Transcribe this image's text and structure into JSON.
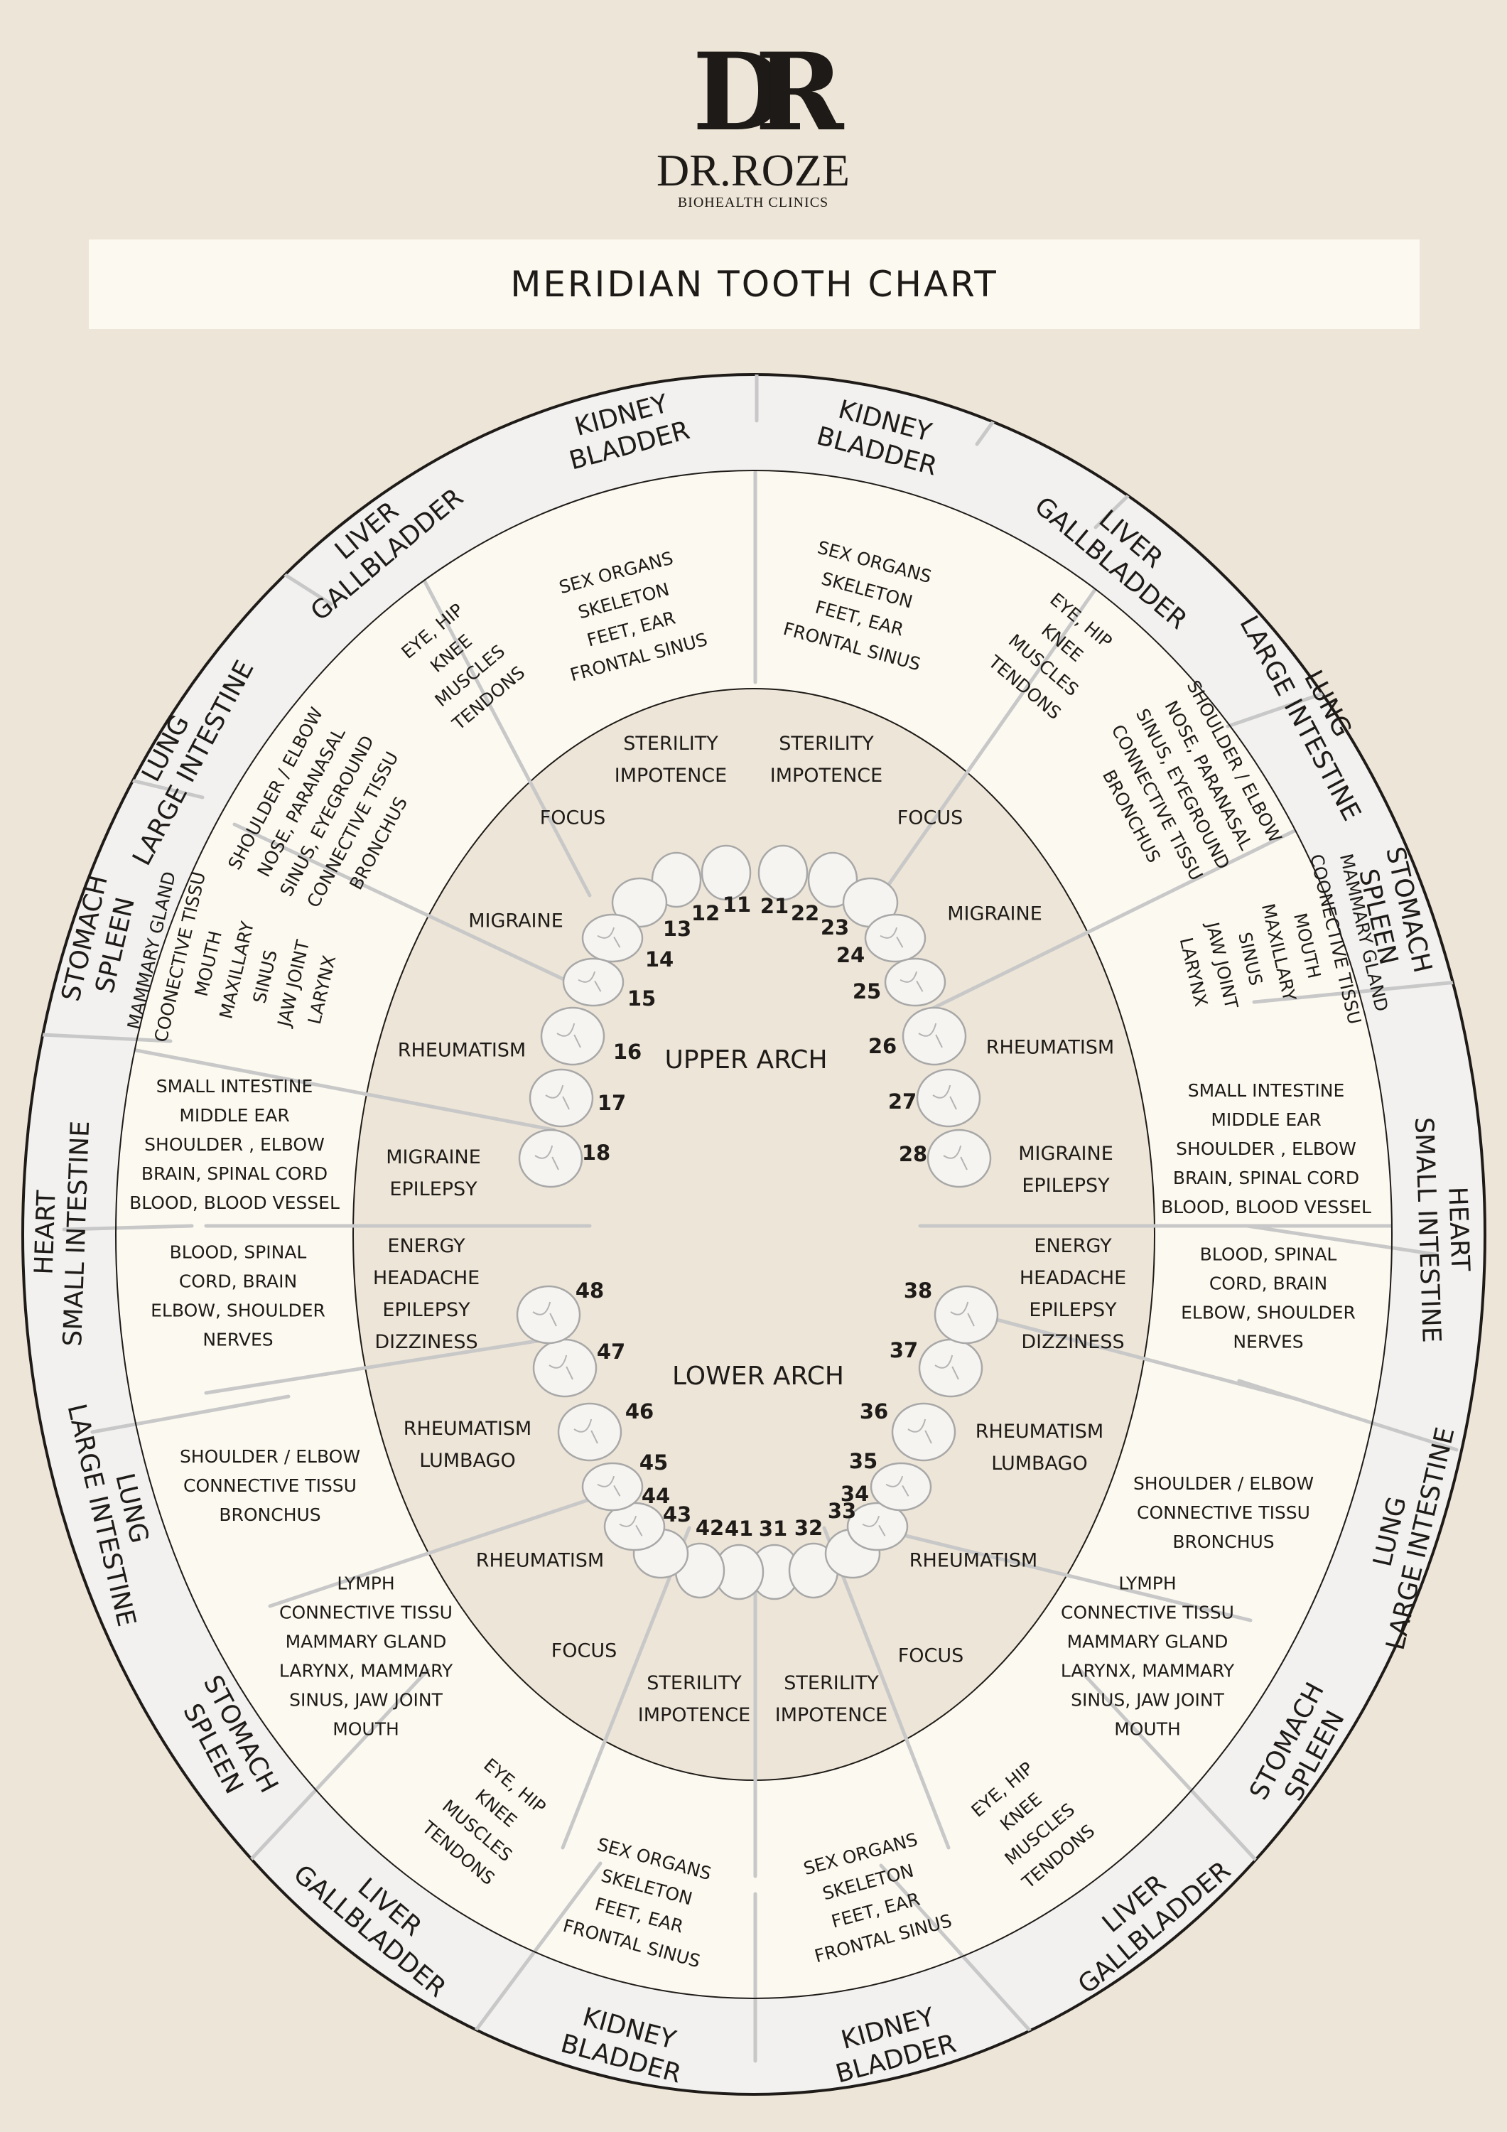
{
  "brand": {
    "name": "DR.ROZE",
    "tagline": "BIOHEALTH CLINICS"
  },
  "title": "MERIDIAN TOOTH CHART",
  "arch_labels": {
    "upper": "UPPER ARCH",
    "lower": "LOWER ARCH"
  },
  "colors": {
    "background": "#ede5d7",
    "ring_outer": "#f2f1ef",
    "ring_middle": "#fcf9f0",
    "ring_inner": "#ede5d7",
    "lines": "#c8c8c8",
    "tooth_fill": "#f6f4f1",
    "tooth_stroke": "#aaaaaa"
  },
  "upper_right": [
    {
      "teeth": [
        "11",
        "12"
      ],
      "meridian": [
        "KIDNEY",
        "BLADDER"
      ],
      "organs": [
        "SEX ORGANS",
        "SKELETON",
        "FEET, EAR",
        "FRONTAL SINUS"
      ],
      "symptoms": [
        "STERILITY",
        "IMPOTENCE"
      ]
    },
    {
      "teeth": [
        "13"
      ],
      "meridian": [
        "LIVER",
        "GALLBLADDER"
      ],
      "organs": [
        "EYE, HIP",
        "KNEE",
        "MUSCLES",
        "TENDONS"
      ],
      "symptoms": [
        "FOCUS"
      ]
    },
    {
      "teeth": [
        "14",
        "15"
      ],
      "meridian": [
        "LUNG",
        "LARGE INTESTINE"
      ],
      "organs": [
        "SHOULDER / ELBOW",
        "NOSE, PARANASAL",
        "SINUS, EYEGROUND",
        "CONNECTIVE TISSU",
        "BRONCHUS"
      ],
      "symptoms": [
        "MIGRAINE"
      ]
    },
    {
      "teeth": [
        "16",
        "17"
      ],
      "meridian": [
        "STOMACH",
        "SPLEEN"
      ],
      "organs": [
        "MAMMARY GLAND",
        "COONECTIVE TISSU",
        "MOUTH",
        "MAXILLARY",
        "SINUS",
        "JAW JOINT",
        "LARYNX"
      ],
      "symptoms": [
        "RHEUMATISM"
      ]
    },
    {
      "teeth": [
        "18"
      ],
      "meridian": [
        "HEART",
        "SMALL INTESTINE"
      ],
      "organs": [
        "SMALL INTESTINE",
        "MIDDLE EAR",
        "SHOULDER , ELBOW",
        "BRAIN, SPINAL CORD",
        "BLOOD, BLOOD VESSEL"
      ],
      "symptoms": [
        "MIGRAINE",
        "EPILEPSY"
      ]
    }
  ],
  "upper_left": [
    {
      "teeth": [
        "21",
        "22"
      ],
      "meridian": [
        "KIDNEY",
        "BLADDER"
      ],
      "organs": [
        "SEX ORGANS",
        "SKELETON",
        "FEET, EAR",
        "FRONTAL SINUS"
      ],
      "symptoms": [
        "STERILITY",
        "IMPOTENCE"
      ]
    },
    {
      "teeth": [
        "23"
      ],
      "meridian": [
        "LIVER",
        "GALLBLADDER"
      ],
      "organs": [
        "EYE, HIP",
        "KNEE",
        "MUSCLES",
        "TENDONS"
      ],
      "symptoms": [
        "FOCUS"
      ]
    },
    {
      "teeth": [
        "24",
        "25"
      ],
      "meridian": [
        "LUNG",
        "LARGE INTESTINE"
      ],
      "organs": [
        "SHOULDER / ELBOW",
        "NOSE, PARANASAL",
        "SINUS, EYEGROUND",
        "CONNECTIVE TISSU",
        "BRONCHUS"
      ],
      "symptoms": [
        "MIGRAINE"
      ]
    },
    {
      "teeth": [
        "26",
        "27"
      ],
      "meridian": [
        "STOMACH",
        "SPLEEN"
      ],
      "organs": [
        "MAMMARY GLAND",
        "COONECTIVE TISSU",
        "MOUTH",
        "MAXILLARY",
        "SINUS",
        "JAW JOINT",
        "LARYNX"
      ],
      "symptoms": [
        "RHEUMATISM"
      ]
    },
    {
      "teeth": [
        "28"
      ],
      "meridian": [
        "HEART",
        "SMALL INTESTINE"
      ],
      "organs": [
        "SMALL INTESTINE",
        "MIDDLE EAR",
        "SHOULDER , ELBOW",
        "BRAIN, SPINAL CORD",
        "BLOOD, BLOOD VESSEL"
      ],
      "symptoms": [
        "MIGRAINE",
        "EPILEPSY"
      ]
    }
  ],
  "lower_right": [
    {
      "teeth": [
        "41",
        "42"
      ],
      "meridian": [
        "KIDNEY",
        "BLADDER"
      ],
      "organs": [
        "SEX ORGANS",
        "SKELETON",
        "FEET, EAR",
        "FRONTAL SINUS"
      ],
      "symptoms": [
        "STERILITY",
        "IMPOTENCE"
      ]
    },
    {
      "teeth": [
        "43"
      ],
      "meridian": [
        "LIVER",
        "GALLBLADDER"
      ],
      "organs": [
        "EYE, HIP",
        "KNEE",
        "MUSCLES",
        "TENDONS"
      ],
      "symptoms": [
        "FOCUS"
      ]
    },
    {
      "teeth": [
        "44",
        "45"
      ],
      "meridian": [
        "STOMACH",
        "SPLEEN"
      ],
      "organs": [
        "LYMPH",
        "CONNECTIVE TISSU",
        "MAMMARY GLAND",
        "LARYNX, MAMMARY",
        "SINUS, JAW JOINT",
        "MOUTH"
      ],
      "symptoms": [
        "RHEUMATISM"
      ]
    },
    {
      "teeth": [
        "46",
        "47"
      ],
      "meridian": [
        "LUNG",
        "LARGE INTESTINE"
      ],
      "organs": [
        "SHOULDER / ELBOW",
        "CONNECTIVE TISSU",
        "BRONCHUS"
      ],
      "symptoms": [
        "RHEUMATISM",
        "LUMBAGO"
      ]
    },
    {
      "teeth": [
        "48"
      ],
      "meridian": [
        "HEART",
        "SMALL INTESTINE"
      ],
      "organs": [
        "BLOOD, SPINAL",
        "CORD, BRAIN",
        "ELBOW, SHOULDER",
        "NERVES"
      ],
      "symptoms": [
        "ENERGY",
        "HEADACHE",
        "EPILEPSY",
        "DIZZINESS"
      ]
    }
  ],
  "lower_left": [
    {
      "teeth": [
        "31",
        "32"
      ],
      "meridian": [
        "KIDNEY",
        "BLADDER"
      ],
      "organs": [
        "SEX ORGANS",
        "SKELETON",
        "FEET, EAR",
        "FRONTAL SINUS"
      ],
      "symptoms": [
        "STERILITY",
        "IMPOTENCE"
      ]
    },
    {
      "teeth": [
        "33"
      ],
      "meridian": [
        "LIVER",
        "GALLBLADDER"
      ],
      "organs": [
        "EYE, HIP",
        "KNEE",
        "MUSCLES",
        "TENDONS"
      ],
      "symptoms": [
        "FOCUS"
      ]
    },
    {
      "teeth": [
        "34",
        "35"
      ],
      "meridian": [
        "STOMACH",
        "SPLEEN"
      ],
      "organs": [
        "LYMPH",
        "CONNECTIVE TISSU",
        "MAMMARY GLAND",
        "LARYNX, MAMMARY",
        "SINUS, JAW JOINT",
        "MOUTH"
      ],
      "symptoms": [
        "RHEUMATISM"
      ]
    },
    {
      "teeth": [
        "36",
        "37"
      ],
      "meridian": [
        "LUNG",
        "LARGE INTESTINE"
      ],
      "organs": [
        "SHOULDER / ELBOW",
        "CONNECTIVE TISSU",
        "BRONCHUS"
      ],
      "symptoms": [
        "RHEUMATISM",
        "LUMBAGO"
      ]
    },
    {
      "teeth": [
        "38"
      ],
      "meridian": [
        "HEART",
        "SMALL INTESTINE"
      ],
      "organs": [
        "BLOOD, SPINAL",
        "CORD, BRAIN",
        "ELBOW, SHOULDER",
        "NERVES"
      ],
      "symptoms": [
        "ENERGY",
        "HEADACHE",
        "EPILEPSY",
        "DIZZINESS"
      ]
    }
  ]
}
